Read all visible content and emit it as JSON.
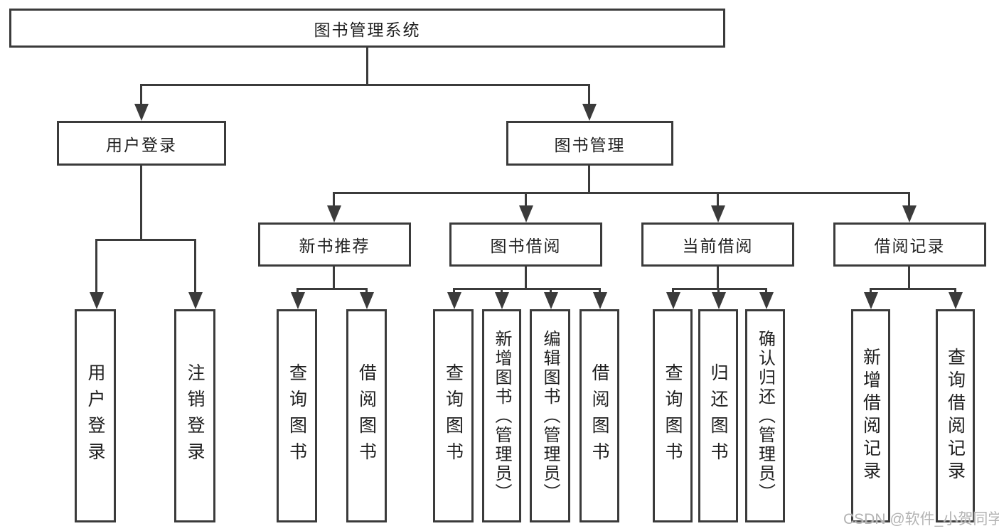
{
  "diagram_title": "图书管理系统",
  "tree": {
    "label": "图书管理系统",
    "children": [
      {
        "label": "用户登录",
        "children": [
          {
            "label": "用户登录"
          },
          {
            "label": "注销登录"
          }
        ]
      },
      {
        "label": "图书管理",
        "children": [
          {
            "label": "新书推荐",
            "children": [
              {
                "label": "查询图书"
              },
              {
                "label": "借阅图书"
              }
            ]
          },
          {
            "label": "图书借阅",
            "children": [
              {
                "label": "查询图书"
              },
              {
                "label": "新增图书（管理员）"
              },
              {
                "label": "编辑图书（管理员）"
              },
              {
                "label": "借阅图书"
              }
            ]
          },
          {
            "label": "当前借阅",
            "children": [
              {
                "label": "查询图书"
              },
              {
                "label": "归还图书"
              },
              {
                "label": "确认归还（管理员）"
              }
            ]
          },
          {
            "label": "借阅记录",
            "children": [
              {
                "label": "新增借阅记录"
              },
              {
                "label": "查询借阅记录"
              }
            ]
          }
        ]
      }
    ]
  },
  "watermark": {
    "text": "CSDN @软件_小贺同学"
  },
  "colors": {
    "line": "#3b3b3b",
    "text": "#1f1f1f",
    "background": "#ffffff",
    "watermark": "#b3b3b3"
  }
}
